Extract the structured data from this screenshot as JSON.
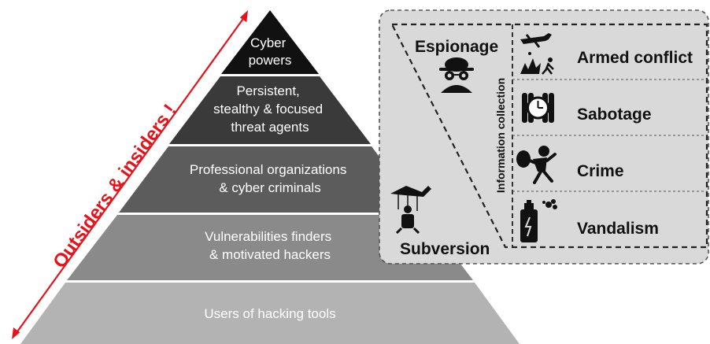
{
  "pyramid": {
    "levels": [
      {
        "lines": [
          "Cyber",
          "powers"
        ],
        "color": "#111111"
      },
      {
        "lines": [
          "Persistent,",
          "stealthy & focused",
          "threat agents"
        ],
        "color": "#3a3a3a"
      },
      {
        "lines": [
          "Professional organizations",
          "& cyber criminals"
        ],
        "color": "#5c5c5c"
      },
      {
        "lines": [
          "Vulnerabilities finders",
          "& motivated hackers"
        ],
        "color": "#8a8a8a"
      },
      {
        "lines": [
          "Users of hacking tools"
        ],
        "color": "#b3b3b3"
      }
    ]
  },
  "arrow": {
    "label": "Outsiders & insiders !",
    "color": "#e8121b"
  },
  "panel": {
    "espionage": "Espionage",
    "subversion": "Subversion",
    "info_collection": "Information collection",
    "categories": [
      {
        "label": "Armed conflict",
        "icon": "armed-conflict-icon"
      },
      {
        "label": "Sabotage",
        "icon": "time-bomb-icon"
      },
      {
        "label": "Crime",
        "icon": "thief-icon"
      },
      {
        "label": "Vandalism",
        "icon": "spray-can-icon"
      }
    ],
    "espionage_icon": "spy-icon",
    "subversion_icon": "puppet-icon"
  }
}
